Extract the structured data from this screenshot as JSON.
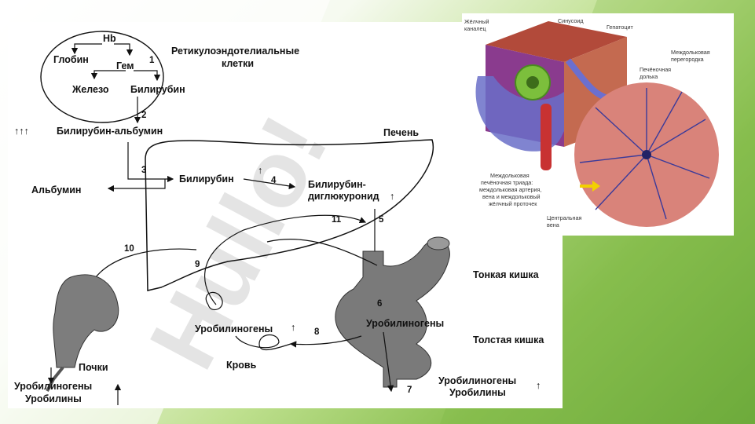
{
  "diagram": {
    "nodes": {
      "hb": "Hb",
      "globin": "Глобин",
      "gem": "Гем",
      "iron": "Железо",
      "bilirubin_top": "Билирубин",
      "reticulo": "Ретикулоэндотелиальные",
      "cells": "клетки",
      "arrows3": "↑↑↑",
      "bili_albumin": "Билирубин-альбумин",
      "liver": "Печень",
      "albumin": "Альбумин",
      "bilirubin_mid": "Билирубин",
      "bili_diglu_1": "Билирубин-",
      "bili_diglu_2": "диглюкуронид",
      "small_int": "Тонкая кишка",
      "large_int": "Толстая кишка",
      "urobilinogens_int": "Уробилиногены",
      "urobilinogens_blood": "Уробилиногены",
      "blood": "Кровь",
      "kidneys": "Почки",
      "uro_kid_1": "Уробилиногены",
      "uro_kid_2": "Уробилины",
      "uro_out_1": "Уробилиногены",
      "uro_out_2": "Уробилины",
      "up_arrow": "↑"
    },
    "steps": [
      "1",
      "2",
      "3",
      "4",
      "5",
      "6",
      "7",
      "8",
      "9",
      "10",
      "11"
    ]
  },
  "inset": {
    "labels": {
      "bile_canal_1": "Жёлчный",
      "bile_canal_2": "каналец",
      "sinusoid": "Синусоид",
      "hepatocyte": "Гепатоцит",
      "septum_1": "Междольковая",
      "septum_2": "перегородка",
      "lobule_1": "Печёночная",
      "lobule_2": "долька",
      "triad_1": "Междольковая",
      "triad_2": "печёночная триада:",
      "triad_3": "междольковая артерия,",
      "triad_4": "вена и междольковый",
      "triad_5": "жёлчный проточек",
      "central_1": "Центральная",
      "central_2": "вена"
    }
  },
  "watermark": "Hullo!",
  "colors": {
    "green": "#8cc152",
    "organ_gray": "#777777",
    "liver_stroke": "#111111"
  }
}
